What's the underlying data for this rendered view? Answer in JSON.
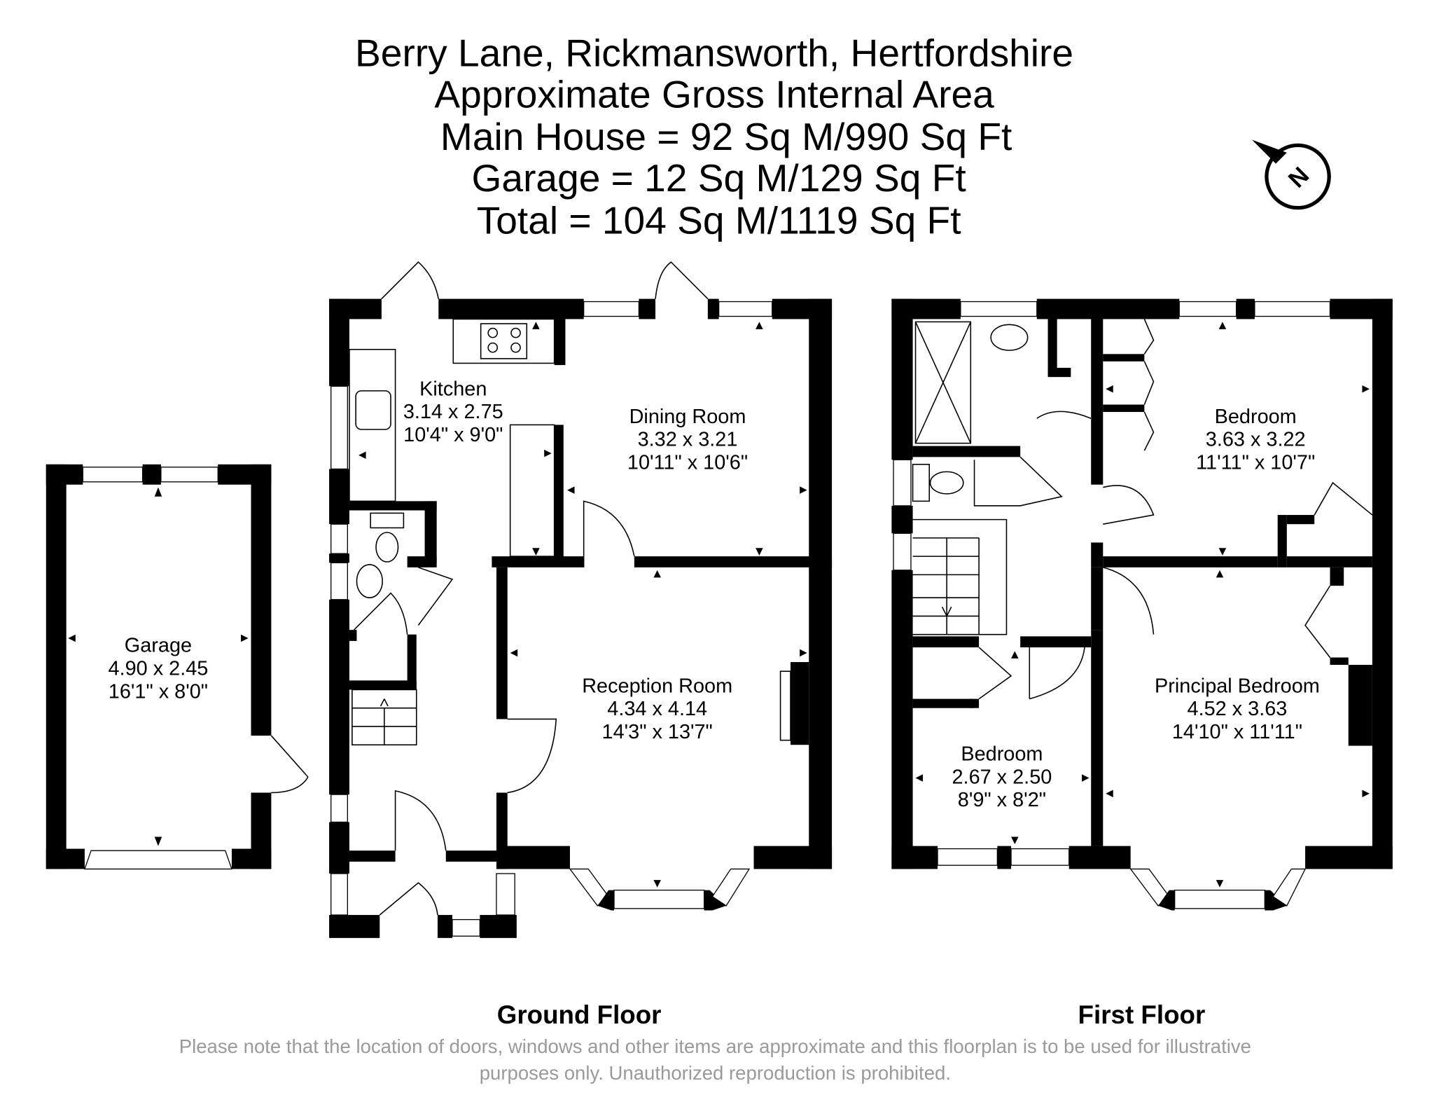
{
  "title": {
    "line1": "Berry Lane, Rickmansworth, Hertfordshire",
    "line2": "Approximate Gross Internal Area",
    "line3": "Main House = 92 Sq M/990 Sq Ft",
    "line4": "Garage = 12 Sq M/129 Sq Ft",
    "line5": "Total = 104 Sq M/1119 Sq Ft"
  },
  "compass": {
    "label": "N"
  },
  "ground_floor": {
    "label": "Ground Floor",
    "rooms": [
      {
        "name": "Garage",
        "metric": "4.90 x 2.45",
        "imperial": "16'1\" x 8'0\""
      },
      {
        "name": "Kitchen",
        "metric": "3.14 x 2.75",
        "imperial": "10'4\" x 9'0\""
      },
      {
        "name": "Dining Room",
        "metric": "3.32 x 3.21",
        "imperial": "10'11\" x 10'6\""
      },
      {
        "name": "Reception Room",
        "metric": "4.34 x 4.14",
        "imperial": "14'3\" x 13'7\""
      }
    ]
  },
  "first_floor": {
    "label": "First Floor",
    "rooms": [
      {
        "name": "Bedroom",
        "metric": "3.63 x 3.22",
        "imperial": "11'11\" x 10'7\""
      },
      {
        "name": "Principal Bedroom",
        "metric": "4.52 x 3.63",
        "imperial": "14'10\" x 11'11\""
      },
      {
        "name": "Bedroom",
        "metric": "2.67 x 2.50",
        "imperial": "8'9\" x 8'2\""
      }
    ]
  },
  "disclaimer": {
    "line1": "Please note that the location of doors, windows and other items are approximate and this floorplan is to be used for illustrative",
    "line2": "purposes only. Unauthorized reproduction is prohibited."
  }
}
